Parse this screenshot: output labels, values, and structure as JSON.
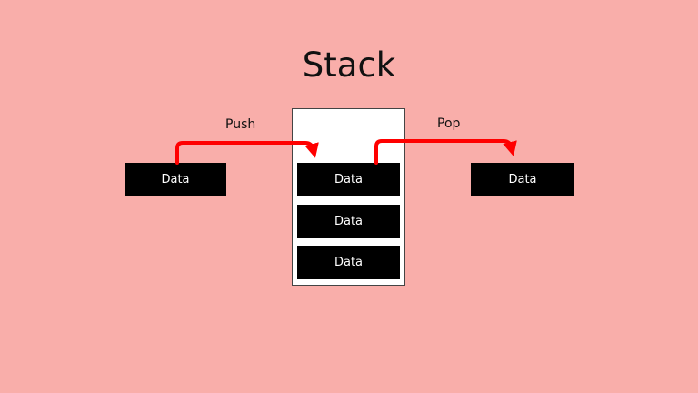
{
  "title": "Stack",
  "operations": {
    "push_label": "Push",
    "pop_label": "Pop"
  },
  "incoming_item": {
    "label": "Data"
  },
  "stack": {
    "items": [
      {
        "label": "Data"
      },
      {
        "label": "Data"
      },
      {
        "label": "Data"
      }
    ]
  },
  "outgoing_item": {
    "label": "Data"
  },
  "colors": {
    "background": "#f9aeaa",
    "arrow": "#ff0000",
    "block": "#000000",
    "block_text": "#ffffff",
    "stack_fill": "#ffffff"
  }
}
